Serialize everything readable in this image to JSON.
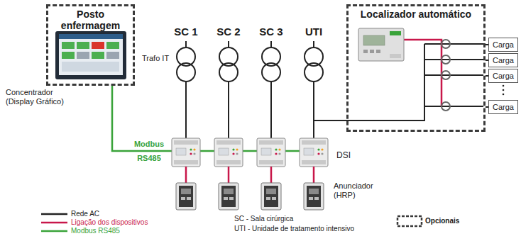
{
  "diagram": {
    "nodes": [
      {
        "text": [
          "Posto enfermagem"
        ]
      },
      {
        "text": [
          "Localizador automático"
        ]
      },
      {
        "text": [
          "Carga"
        ]
      },
      {
        "text": [
          "Carga"
        ]
      },
      {
        "text": [
          "Carga"
        ]
      },
      {
        "text": [
          "Carga"
        ]
      }
    ],
    "edges": [
      {
        "from": 1,
        "to": 2,
        "arrow": "none"
      },
      {
        "from": 1,
        "to": 3,
        "arrow": "none"
      },
      {
        "from": 1,
        "to": 4,
        "arrow": "none"
      },
      {
        "from": 1,
        "to": 5,
        "arrow": "none"
      }
    ],
    "labels": [
      "SC 1",
      "SC 2",
      "SC 3",
      "UTI",
      "Trafo IT",
      "Concentrador (Display Gráfico)",
      "Modbus",
      "RS485",
      "DSI",
      "Anunciador (HRP)",
      "SC - Sala cirúrgica",
      "UTI - Unidade de tratamento intensivo"
    ],
    "legend": [
      {
        "text": "Rede AC"
      },
      {
        "text": "Ligação dos dispositivos"
      },
      {
        "text": "Modbus RS485"
      },
      {
        "text": "Opcionais"
      }
    ]
  }
}
